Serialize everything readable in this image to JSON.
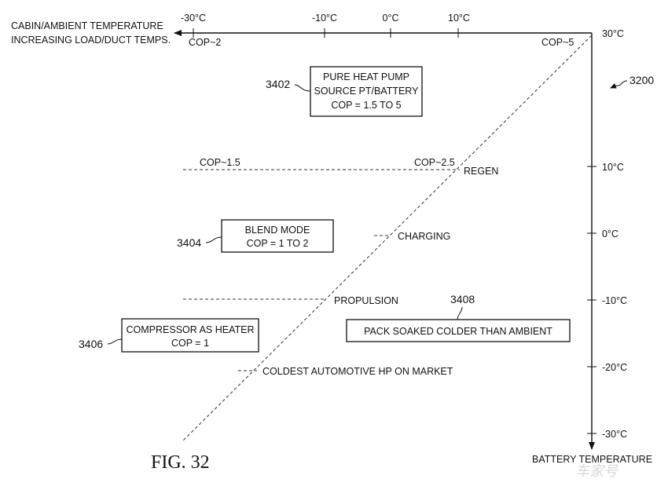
{
  "figure_number": "3200",
  "figure_label": "FIG. 32",
  "top_axis": {
    "title_line1": "CABIN/AMBIENT TEMPERATURE",
    "title_line2": "INCREASING LOAD/DUCT TEMPS.",
    "ticks": [
      "-30°C",
      "-10°C",
      "0°C",
      "10°C",
      "30°C"
    ],
    "cop_left": "COP~2",
    "cop_right": "COP~5"
  },
  "right_axis": {
    "title": "BATTERY TEMPERATURE",
    "ticks": [
      "10°C",
      "0°C",
      "-10°C",
      "-20°C",
      "-30°C"
    ]
  },
  "boxes": {
    "heat_pump": {
      "ref": "3402",
      "line1": "PURE HEAT PUMP",
      "line2": "SOURCE PT/BATTERY",
      "line3": "COP = 1.5 TO 5"
    },
    "blend": {
      "ref": "3404",
      "line1": "BLEND MODE",
      "line2": "COP = 1 TO 2"
    },
    "compressor": {
      "ref": "3406",
      "line1": "COMPRESSOR AS HEATER",
      "line2": "COP = 1"
    },
    "pack": {
      "ref": "3408",
      "line1": "PACK SOAKED COLDER THAN AMBIENT"
    }
  },
  "annotations": {
    "cop_1_5": "COP~1.5",
    "cop_2_5": "COP~2.5",
    "regen": "REGEN",
    "charging": "CHARGING",
    "propulsion": "PROPULSION",
    "coldest": "COLDEST AUTOMOTIVE HP ON MARKET"
  },
  "watermark": "车家号"
}
